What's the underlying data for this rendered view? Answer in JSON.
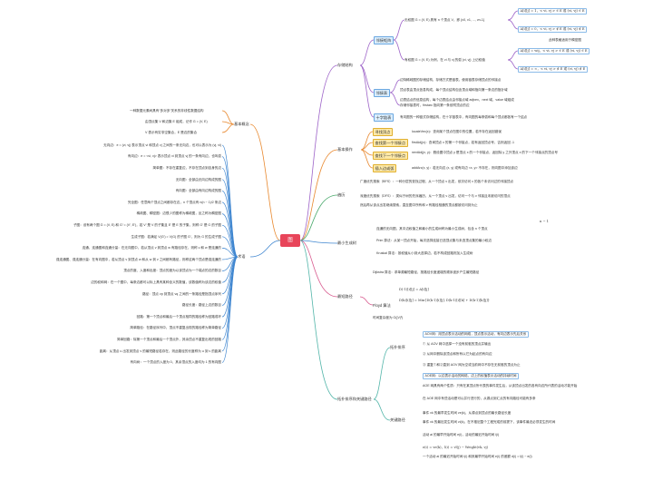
{
  "center": {
    "label": "图"
  },
  "right": {
    "n1": {
      "label": "存储结构"
    },
    "n1_adj": {
      "label": "邻接矩阵"
    },
    "n1_adj_t1": {
      "label": "无权图 G = (V, E) 具有 n 个顶点 V，即 {v0, v1, ..., vn-1}"
    },
    "n1_adj_t2": {
      "label": "有权图 G = (V, E) 为例，在 vi 与 vj 的弧 (vi, vj) 上记权值"
    },
    "n1_adj_f1": {
      "label": "A[i][j] = 1，< vi, vj > ∈ E  或  (vi, vj) ∈ E"
    },
    "n1_adj_f2": {
      "label": "A[i][j] = 0，< vi, vj > ∉ E  或  (vi, vj) ∉ E"
    },
    "n1_adj_f3": {
      "label": "A[i][j] = wij，< vi, vj > ∈ E  或  (vi, vj) ∈ E"
    },
    "n1_adj_f4": {
      "label": "A[i][j] = ∞，< vi, vj > ∉ E  或  (vi, vj) ∉ E"
    },
    "n1_adj_note1": {
      "label": "此种表格适用于稠密图"
    },
    "n1_adj_note2": {
      "label": "此种表格可以用二维数组来进行存储"
    },
    "n1_list": {
      "label": "邻接表"
    },
    "n1_list_t1": {
      "label": "边特稀疏图的存储结构，存储方式是链表，使用链表存储顶点的邻接点"
    },
    "n1_list_t2": {
      "label": "顶点表由顶点信息构成，每个顶点结构包含顶点域和指向第一条边的指针域"
    },
    "n1_list_t3": {
      "label": "边表结点的信息结构，每个边表结点由邻接点域 adjvex、next 域、value 域组成"
    },
    "n1_list_t4": {
      "label": "存储邻接表时，firstarc 指向第一条依附顶点的边"
    },
    "n1_cross": {
      "label": "十字链表"
    },
    "n1_cross_t1": {
      "label": "有向图的一种链式存储结构，在十字链表中，有向图的每条弧和每个顶点都各有一个结点"
    },
    "n2": {
      "label": "基本操作"
    },
    "n2_a": {
      "label": "寻找顶点"
    },
    "n2_a_t": {
      "label": "locateVex(x)：查询某个顶点在图中的位置，若不存在返回错误"
    },
    "n2_b": {
      "label": "查找第一个邻接点"
    },
    "n2_b_t": {
      "label": "firstAdj(x)：查询顶点 x 的第一个邻接点，若有返回顶点号，否则返回 -1"
    },
    "n2_c": {
      "label": "查找下一个邻接点"
    },
    "n2_c_t": {
      "label": "nextAdj(x, y)：假设图中顶点 y 是顶点 x 的一个邻接点，返回除 y 之外顶点 x 的下一个邻接点的顶点号"
    },
    "n2_d": {
      "label": "插入边或弧"
    },
    "n2_d_t": {
      "label": "addArc(x, y)：若无向边 (x, y) 或有向边 <x, y> 不存在，则向图中添加该边"
    },
    "n3": {
      "label": "遍历"
    },
    "n3_t1": {
      "label": "广度优先搜索（BFS）：一种分层的查找过程，从一个顶点 v 出发，依次访问 v 的各个未访问过的邻接顶点"
    },
    "n3_t2": {
      "label": "深度优先搜索（DFS）：类似于树的先序遍历，从一个顶点 v 出发，访问一个与 v 邻接且未被访问的顶点"
    },
    "n3_t3": {
      "label": "然后再从该点出发继续搜索，直至图中所有和 v 有路径相通的顶点都被访问到为止"
    },
    "n4": {
      "label": "最小生成树"
    },
    "n4_t1": {
      "label": "连通的无向图，其中边权值之和最小的生成树称为最小生成树，包含 n 个顶点"
    },
    "n4_t2": {
      "label": "Prim 算法：从某一顶点开始，每次选择连接已选顶点集与未选顶点集的最小权边"
    },
    "n4_t3": {
      "label": "Kruskal 算法：按权值从小到大选择边，若不构成回路则加入生成树"
    },
    "n4_formula": {
      "label": "n − 1"
    },
    "n5": {
      "label": "最短路径"
    },
    "n5_t1": {
      "label": "Dijkstra 算法：求单源最短路径，按路径长度递增的顺序逐步产生最短路径"
    },
    "n5_floyd": {
      "label": "Floyd 算法"
    },
    "n5_f1": {
      "label": "D(-1)[i][j] = A[i][j]"
    },
    "n5_f2": {
      "label": "D(k)[i][j] = Min{D(k-1)[i][j], D(k-1)[i][k] + D(k-1)[k][j]}"
    },
    "n5_t2": {
      "label": "时间复杂度为 O(|V|³)"
    },
    "n6": {
      "label": "拓扑排序和关键路径"
    },
    "n6_a": {
      "label": "拓扑排序"
    },
    "n6_a_t1": {
      "label": "AOV网：用顶点表示活动的网络，顶点表示活动，有向边表示先后关系"
    },
    "n6_a_t2": {
      "label": "① 从 AOV 网中选择一个没有前驱的顶点并输出"
    },
    "n6_a_t3": {
      "label": "② 从网中删除该顶点和所有以它为起点的有向边"
    },
    "n6_a_t4": {
      "label": "③ 重复①和②直到 AOV 网为空或当前网中不存在无前驱的顶点为止"
    },
    "n6_b": {
      "label": "关键路径"
    },
    "n6_b_t1": {
      "label": "AOE网：以边表示活动的网络，边上的权值表示活动的持续时间"
    },
    "n6_b_t2": {
      "label": "AOE 网具有两个性质：只有在某顶点所代表的事件发生后，从该顶点出发的各有向边所代表的活动才能开始"
    },
    "n6_b_t3": {
      "label": "在 AOE 网中有些活动是可以并行进行的，从源点到汇点的有向路径可能有多条"
    },
    "n6_b_t4": {
      "label": "事件 vk 的最早发生时间 ve(k)，从源点到顶点的最长路径长度"
    },
    "n6_b_t5": {
      "label": "事件 vk 的最迟发生时间 vl(k)，在不推迟整个工程完成的前提下，该事件最迟必须发生的时间"
    },
    "n6_b_t6": {
      "label": "活动 ai 的最早开始时间 e(i)，活动的最迟开始时间 l(i)"
    },
    "n6_b_t7": {
      "label": "e(i) = ve(k)，l(i) = vl(j) − Weight(vk, vj)"
    },
    "n6_b_t8": {
      "label": "一个活动 ai 的最迟开始时间 l(i) 和其最早开始时间 e(i) 的差额 d(i) = l(i) − e(i)"
    }
  },
  "left": {
    "m1": {
      "label": "基本概念"
    },
    "m1_t1": {
      "label": "一种数据元素间具有“多对多”关系的非线性数据结构"
    },
    "m1_t2": {
      "label": "由顶点集 V 和边集 E 组成，记作 G = (V, E)"
    },
    "m1_t3": {
      "label": "V 表示有穷非空集合，E 是边的集合"
    },
    "m2": {
      "label": "术语"
    },
    "m2_items": [
      "无向边：e = (vi, vj) 表示顶点 vi 和顶点 vj 之间的一条无向边，也可以表示为 (vj, vi)",
      "有向边：e = <vi, vj> 表示顶点 vi 到顶点 vj 的一条有向边，也叫弧",
      "简单图：不存在重复边，不存在顶点到自身的边",
      "无向图：全部由无向边构成的图",
      "有向图：全部由有向边构成的图",
      "完全图：任意两个顶点之间都存在边，n 个顶点有 n(n − 1)/2 条边",
      "稀疏图、稠密图：边很少的图称为稀疏图，反之称为稠密图",
      "子图：设有两个图 G = (V, E) 和 G′ = (V′, E′)，若 V′ 是 V 的子集且 E′ 是 E 的子集，则称 G′ 是 G 的子图",
      "生成子图：若满足 V(G′) = V(G) 的子图 G′，则为 G 的生成子图",
      "连通、连通图和连通分量：在无向图中，若从顶点 v 到顶点 w 有路径存在，则称 v 和 w 是连通的",
      "强连通图、强连通分量：在有向图中，若从顶点 v 到顶点 w 和从 w 到 v 之间都有路径，则称这两个顶点是强连通的",
      "顶点的度、入度和出度：顶点的度为以该顶点为一个端点的边的数目",
      "边的权和网：在一个图中，每条边都可以标上具有某种含义的数值，该数值称为该边的权值",
      "路径：顶点 vp 到顶点 vq 之间的一条路径是指顶点序列",
      "路径长度：路径上边的数目",
      "回路：第一个顶点和最后一个顶点相同的路径称为回路或环",
      "简单路径：在路径序列中，顶点不重复出现的路径称为简单路径",
      "简单回路：除第一个顶点和最后一个顶点外，其余顶点不重复出现的回路",
      "距离：从顶点 u 出发到顶点 v 的最短路径若存在，则此路径的长度称为 u 到 v 的距离",
      "有向树：一个顶点的入度为 0、其余顶点的入度均为 1 的有向图"
    ]
  }
}
